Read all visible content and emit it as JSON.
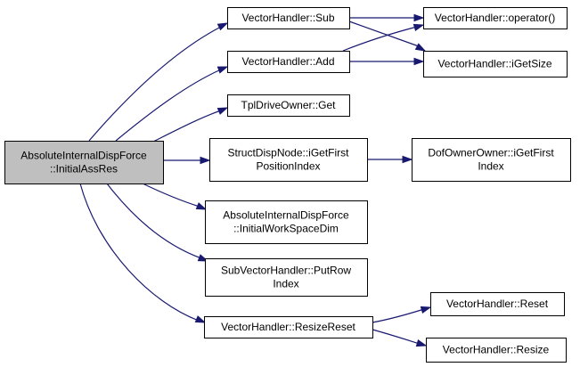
{
  "diagram": {
    "colors": {
      "edge": "#191970",
      "root_fill": "#bfbfbf",
      "node_fill": "#ffffff",
      "border": "#000000"
    },
    "nodes": [
      {
        "id": "root",
        "lines": [
          "AbsoluteInternalDispForce",
          "::InitialAssRes"
        ]
      },
      {
        "id": "sub",
        "lines": [
          "VectorHandler::Sub"
        ]
      },
      {
        "id": "add",
        "lines": [
          "VectorHandler::Add"
        ]
      },
      {
        "id": "tplget",
        "lines": [
          "TplDriveOwner::Get"
        ]
      },
      {
        "id": "structdisp",
        "lines": [
          "StructDispNode::iGetFirst",
          "PositionIndex"
        ]
      },
      {
        "id": "workspace",
        "lines": [
          "AbsoluteInternalDispForce",
          "::InitialWorkSpaceDim"
        ]
      },
      {
        "id": "putrow",
        "lines": [
          "SubVectorHandler::PutRow",
          "Index"
        ]
      },
      {
        "id": "resizereset",
        "lines": [
          "VectorHandler::ResizeReset"
        ]
      },
      {
        "id": "operator",
        "lines": [
          "VectorHandler::operator()"
        ]
      },
      {
        "id": "igetsize",
        "lines": [
          "VectorHandler::iGetSize"
        ]
      },
      {
        "id": "dofowner",
        "lines": [
          "DofOwnerOwner::iGetFirst",
          "Index"
        ]
      },
      {
        "id": "reset",
        "lines": [
          "VectorHandler::Reset"
        ]
      },
      {
        "id": "resize",
        "lines": [
          "VectorHandler::Resize"
        ]
      }
    ],
    "edges": [
      {
        "from": "root",
        "to": "sub"
      },
      {
        "from": "root",
        "to": "add"
      },
      {
        "from": "root",
        "to": "tplget"
      },
      {
        "from": "root",
        "to": "structdisp"
      },
      {
        "from": "root",
        "to": "workspace"
      },
      {
        "from": "root",
        "to": "putrow"
      },
      {
        "from": "root",
        "to": "resizereset"
      },
      {
        "from": "sub",
        "to": "operator"
      },
      {
        "from": "sub",
        "to": "igetsize"
      },
      {
        "from": "add",
        "to": "operator"
      },
      {
        "from": "add",
        "to": "igetsize"
      },
      {
        "from": "structdisp",
        "to": "dofowner"
      },
      {
        "from": "resizereset",
        "to": "reset"
      },
      {
        "from": "resizereset",
        "to": "resize"
      }
    ]
  }
}
